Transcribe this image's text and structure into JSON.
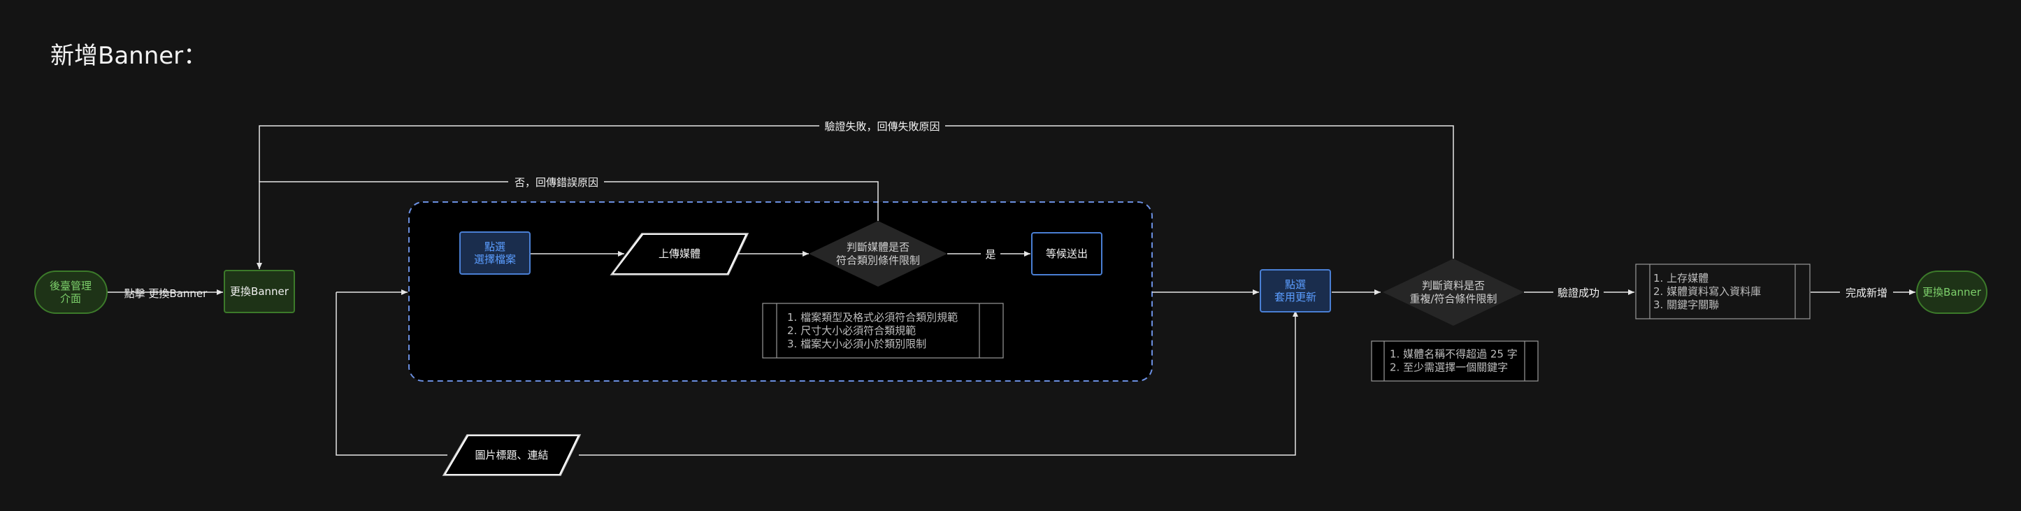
{
  "page": {
    "title": "新增Banner："
  },
  "colors": {
    "background": "#141414",
    "green_stroke": "#3c7a2a",
    "green_fill": "#1e3317",
    "green_text": "#7dd06b",
    "blue_stroke": "#4a7fd4",
    "blue_fill": "#1a2d4d",
    "blue_text": "#5b9dff",
    "line": "#e6e6e6",
    "diamond_fill": "#262626",
    "text": "#f2f2f2",
    "muted_text": "#bdbdbd"
  },
  "nodes": {
    "admin": "後臺管理\n介面",
    "change_banner": "更換Banner",
    "select_file": "點選\n選擇檔案",
    "upload_media": "上傳媒體",
    "check_media": "判斷媒體是否\n符合類別條件限制",
    "wait_submit": "等候送出",
    "apply_update": "點選\n套用更新",
    "check_data": "判斷資料是否\n重複/符合條件限制",
    "save_steps": "1. 上存媒體\n2. 媒體資料寫入資料庫\n3. 關鍵字關聯",
    "change_banner_end": "更換Banner",
    "image_title": "圖片標題、連結"
  },
  "notes": {
    "media_rules": "1. 檔案類型及格式必須符合類別規範\n2. 尺寸大小必須符合類規範\n3. 檔案大小必須小於類別限制",
    "data_rules": "1. 媒體名稱不得超過 25 字\n2. 至少需選擇一個關鍵字"
  },
  "edges": {
    "click_change": "點擊 更換Banner",
    "yes": "是",
    "no_return": "否，回傳錯誤原因",
    "fail_return": "驗證失敗，回傳失敗原因",
    "verify_success": "驗證成功",
    "complete_add": "完成新增"
  }
}
